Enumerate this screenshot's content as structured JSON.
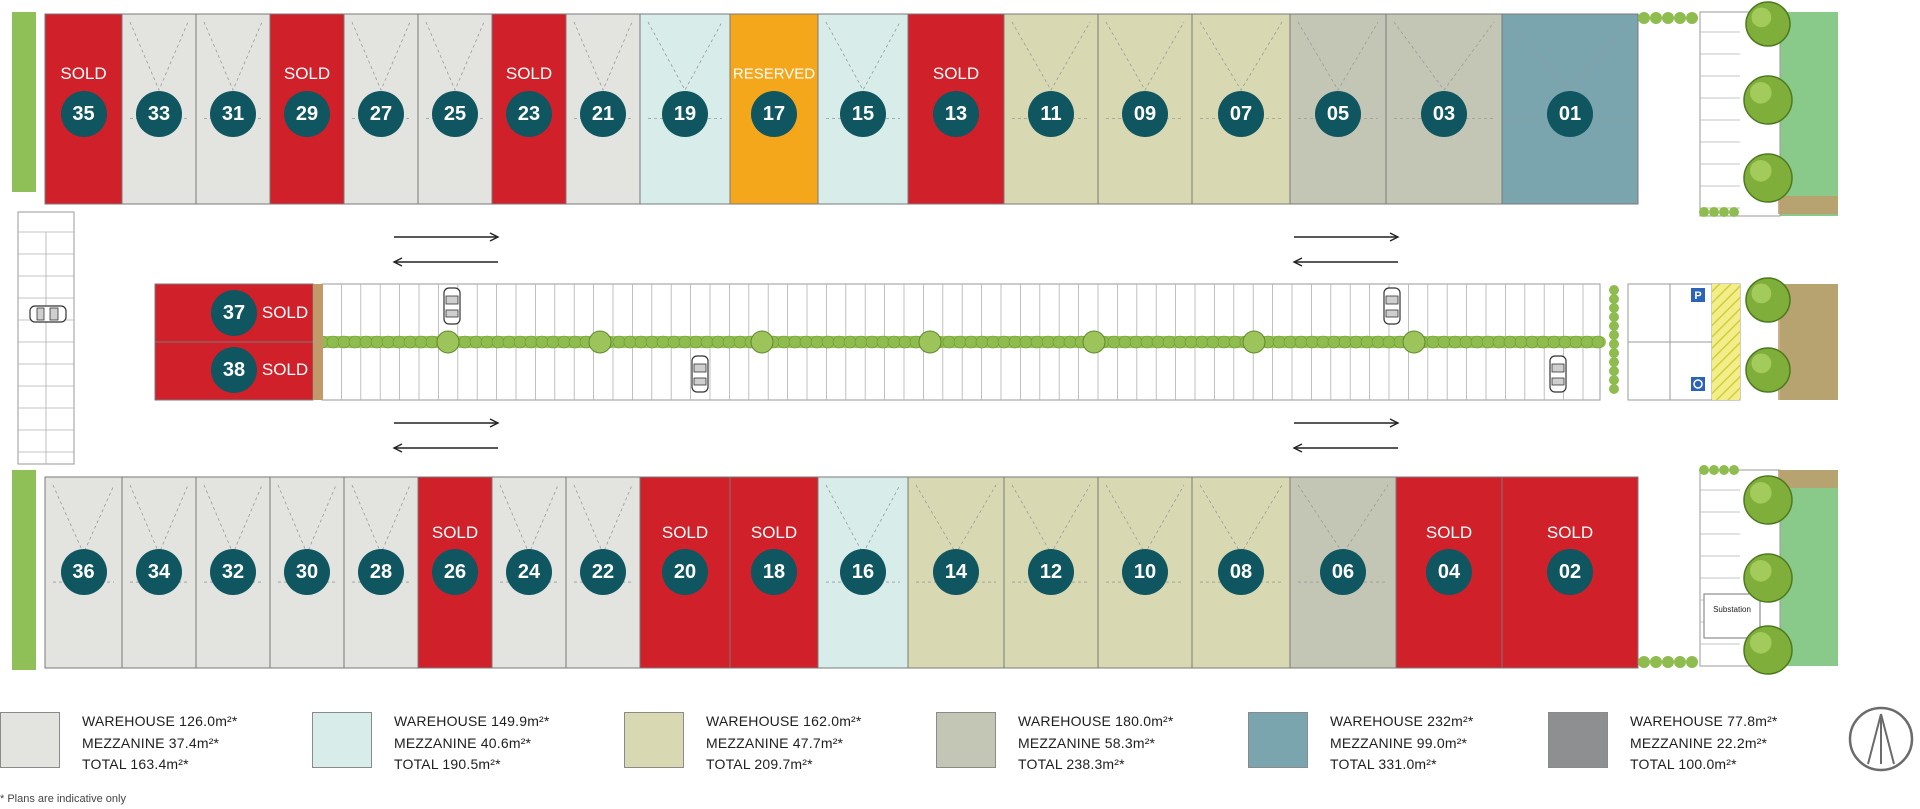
{
  "colors": {
    "sold": "#d0202a",
    "reserved": "#f5a71c",
    "circle": "#0f5660",
    "type_126": "#e3e3e0",
    "type_150": "#d8ecea",
    "type_162": "#d8d9b2",
    "type_180": "#c4c6b5",
    "type_232": "#7aa5ae",
    "type_78": "#8e8f91"
  },
  "units": [
    {
      "number": "35",
      "status": "SOLD",
      "type": "126"
    },
    {
      "number": "33",
      "status": "",
      "type": "126"
    },
    {
      "number": "31",
      "status": "",
      "type": "126"
    },
    {
      "number": "29",
      "status": "SOLD",
      "type": "126"
    },
    {
      "number": "27",
      "status": "",
      "type": "126"
    },
    {
      "number": "25",
      "status": "",
      "type": "126"
    },
    {
      "number": "23",
      "status": "SOLD",
      "type": "126"
    },
    {
      "number": "21",
      "status": "",
      "type": "126"
    },
    {
      "number": "19",
      "status": "",
      "type": "150"
    },
    {
      "number": "17",
      "status": "RESERVED",
      "type": "150"
    },
    {
      "number": "15",
      "status": "",
      "type": "150"
    },
    {
      "number": "13",
      "status": "SOLD",
      "type": "150"
    },
    {
      "number": "11",
      "status": "",
      "type": "162"
    },
    {
      "number": "09",
      "status": "",
      "type": "162"
    },
    {
      "number": "07",
      "status": "",
      "type": "162"
    },
    {
      "number": "05",
      "status": "",
      "type": "180"
    },
    {
      "number": "03",
      "status": "",
      "type": "180"
    },
    {
      "number": "01",
      "status": "",
      "type": "232"
    },
    {
      "number": "36",
      "status": "",
      "type": "126"
    },
    {
      "number": "34",
      "status": "",
      "type": "126"
    },
    {
      "number": "32",
      "status": "",
      "type": "126"
    },
    {
      "number": "30",
      "status": "",
      "type": "126"
    },
    {
      "number": "28",
      "status": "",
      "type": "126"
    },
    {
      "number": "26",
      "status": "SOLD",
      "type": "126"
    },
    {
      "number": "24",
      "status": "",
      "type": "126"
    },
    {
      "number": "22",
      "status": "",
      "type": "126"
    },
    {
      "number": "20",
      "status": "SOLD",
      "type": "126"
    },
    {
      "number": "18",
      "status": "SOLD",
      "type": "126"
    },
    {
      "number": "16",
      "status": "",
      "type": "150"
    },
    {
      "number": "14",
      "status": "",
      "type": "162"
    },
    {
      "number": "12",
      "status": "",
      "type": "162"
    },
    {
      "number": "10",
      "status": "",
      "type": "162"
    },
    {
      "number": "08",
      "status": "",
      "type": "162"
    },
    {
      "number": "06",
      "status": "",
      "type": "180"
    },
    {
      "number": "04",
      "status": "SOLD",
      "type": "180"
    },
    {
      "number": "02",
      "status": "SOLD",
      "type": "180"
    },
    {
      "number": "37",
      "status": "SOLD",
      "type": "78"
    },
    {
      "number": "38",
      "status": "SOLD",
      "type": "78"
    }
  ],
  "substation_label": "Substation",
  "legend": [
    {
      "warehouse": "WAREHOUSE 126.0m²*",
      "mezzanine": "MEZZANINE 37.4m²*",
      "total": "TOTAL 163.4m²*",
      "color": "#e3e3e0"
    },
    {
      "warehouse": "WAREHOUSE 149.9m²*",
      "mezzanine": "MEZZANINE 40.6m²*",
      "total": "TOTAL 190.5m²*",
      "color": "#d8ecea"
    },
    {
      "warehouse": "WAREHOUSE 162.0m²*",
      "mezzanine": "MEZZANINE 47.7m²*",
      "total": "TOTAL 209.7m²*",
      "color": "#d8d9b2"
    },
    {
      "warehouse": "WAREHOUSE 180.0m²*",
      "mezzanine": "MEZZANINE 58.3m²*",
      "total": "TOTAL 238.3m²*",
      "color": "#c4c6b5"
    },
    {
      "warehouse": "WAREHOUSE 232m²*",
      "mezzanine": "MEZZANINE 99.0m²*",
      "total": "TOTAL 331.0m²*",
      "color": "#7aa5ae"
    },
    {
      "warehouse": "WAREHOUSE 77.8m²*",
      "mezzanine": "MEZZANINE 22.2m²*",
      "total": "TOTAL 100.0m²*",
      "color": "#8e8f91"
    }
  ],
  "footnote": "* Plans are indicative only",
  "icons": {
    "compass": "north-arrow-icon",
    "parking_sign": "parking-sign-icon",
    "accessible": "accessible-parking-icon",
    "car": "car-icon",
    "tree": "tree-icon"
  }
}
